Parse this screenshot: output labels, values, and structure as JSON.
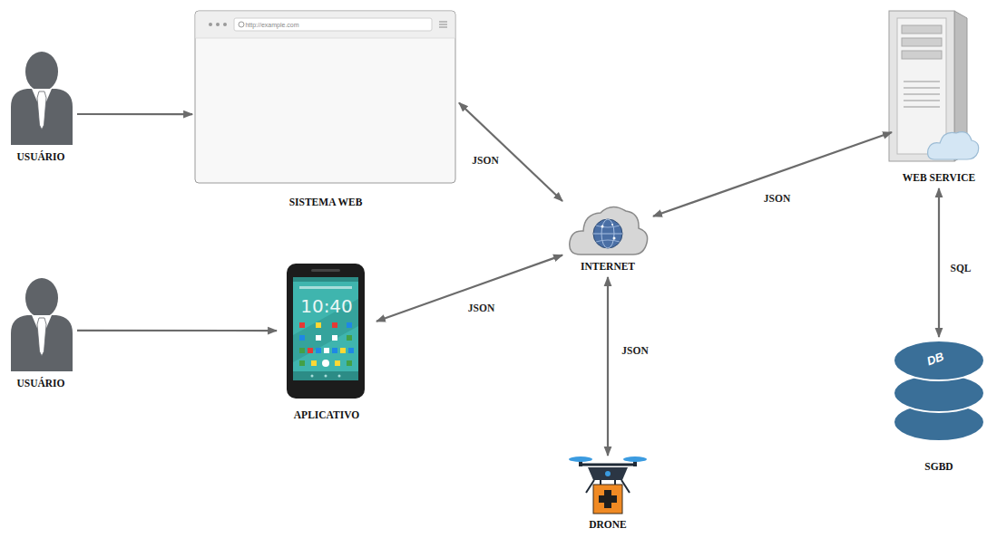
{
  "diagram": {
    "nodes": [
      {
        "text": [
          "USUÁRIO"
        ]
      },
      {
        "text": [
          "SISTEMA WEB"
        ]
      },
      {
        "text": [
          "INTERNET"
        ]
      },
      {
        "text": [
          "WEB SERVICE"
        ]
      },
      {
        "text": [
          "USUÁRIO"
        ]
      },
      {
        "text": [
          "APLICATIVO"
        ]
      },
      {
        "text": [
          "DRONE"
        ]
      },
      {
        "text": [
          "SGBD"
        ]
      }
    ],
    "edges": [
      {
        "from": 0,
        "to": 1,
        "arrow": "to"
      },
      {
        "from": 1,
        "to": 2,
        "label": "JSON",
        "arrow": "both"
      },
      {
        "from": 2,
        "to": 3,
        "label": "JSON",
        "arrow": "both"
      },
      {
        "from": 4,
        "to": 5,
        "arrow": "to"
      },
      {
        "from": 5,
        "to": 2,
        "label": "JSON",
        "arrow": "both"
      },
      {
        "from": 2,
        "to": 6,
        "label": "JSON",
        "arrow": "both"
      },
      {
        "from": 3,
        "to": 7,
        "label": "SQL",
        "arrow": "both"
      }
    ],
    "labels": [
      "http://example.com",
      "10:40",
      "DB"
    ]
  }
}
